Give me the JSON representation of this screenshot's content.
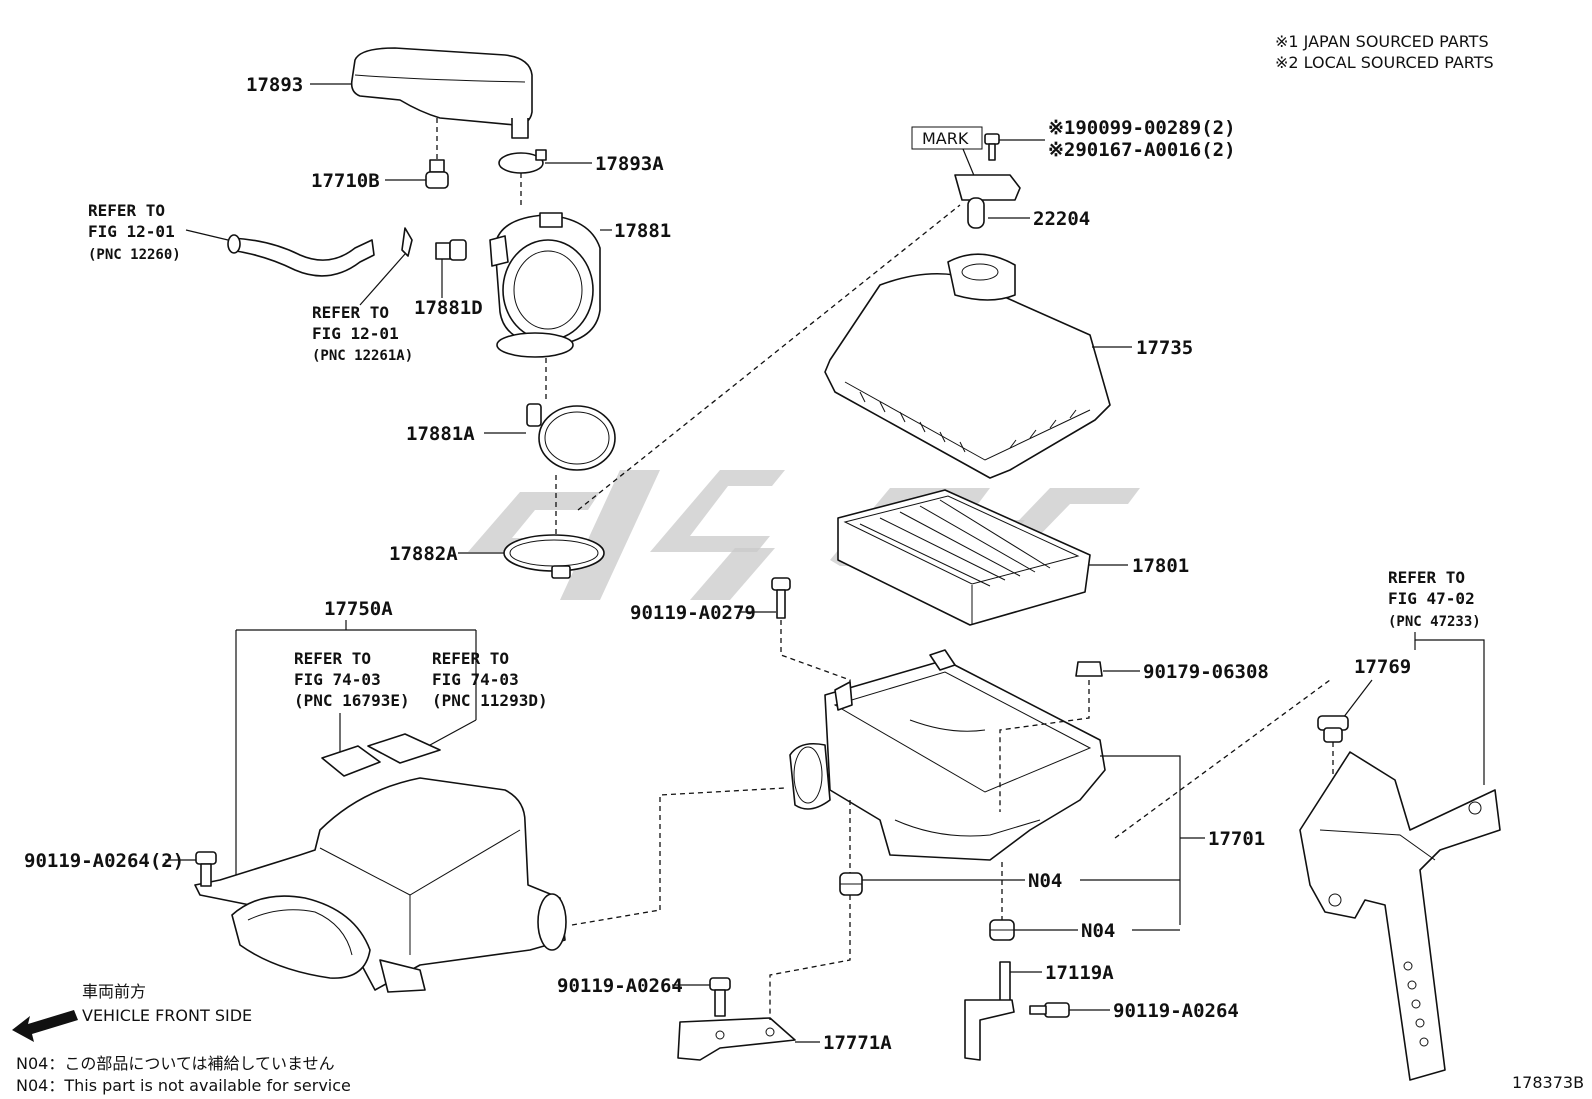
{
  "legend": {
    "line1": "※1 JAPAN SOURCED PARTS",
    "line2": "※2 LOCAL SOURCED PARTS"
  },
  "parts": {
    "p17893": "17893",
    "p17710B": "17710B",
    "p17893A": "17893A",
    "p17881": "17881",
    "p17881D": "17881D",
    "p17881A": "17881A",
    "p17882A": "17882A",
    "p22204": "22204",
    "p17735": "17735",
    "p17801": "17801",
    "p17750A": "17750A",
    "p90119_A0279": "90119-A0279",
    "p90179_06308": "90179-06308",
    "p17769": "17769",
    "p17701": "17701",
    "pN04a": "N04",
    "pN04b": "N04",
    "p90119_A0264_2": "90119-A0264(2)",
    "p90119_A0264a": "90119-A0264",
    "p90119_A0264b": "90119-A0264",
    "p17119A": "17119A",
    "p17771A": "17771A"
  },
  "mark_label": "MARK",
  "screw_refs": {
    "r1": "※190099-00289(2)",
    "r2": "※290167-A0016(2)"
  },
  "refer": {
    "a": {
      "l1": "REFER TO",
      "l2": "FIG 12-01",
      "l3": "(PNC 12260)"
    },
    "b": {
      "l1": "REFER TO",
      "l2": "FIG 12-01",
      "l3": "(PNC 12261A)"
    },
    "c": {
      "l1": "REFER TO",
      "l2": "FIG 74-03",
      "l3": "(PNC 16793E)"
    },
    "d": {
      "l1": "REFER TO",
      "l2": "FIG 74-03",
      "l3": "(PNC 11293D)"
    },
    "e": {
      "l1": "REFER TO",
      "l2": "FIG 47-02",
      "l3": "(PNC 47233)"
    }
  },
  "front": {
    "jp": "車両前方",
    "en": "VEHICLE FRONT SIDE"
  },
  "notes": {
    "jp": "N04：この部品については補給していません",
    "en": "N04：This part is not available for service"
  },
  "figure_code": "178373B"
}
